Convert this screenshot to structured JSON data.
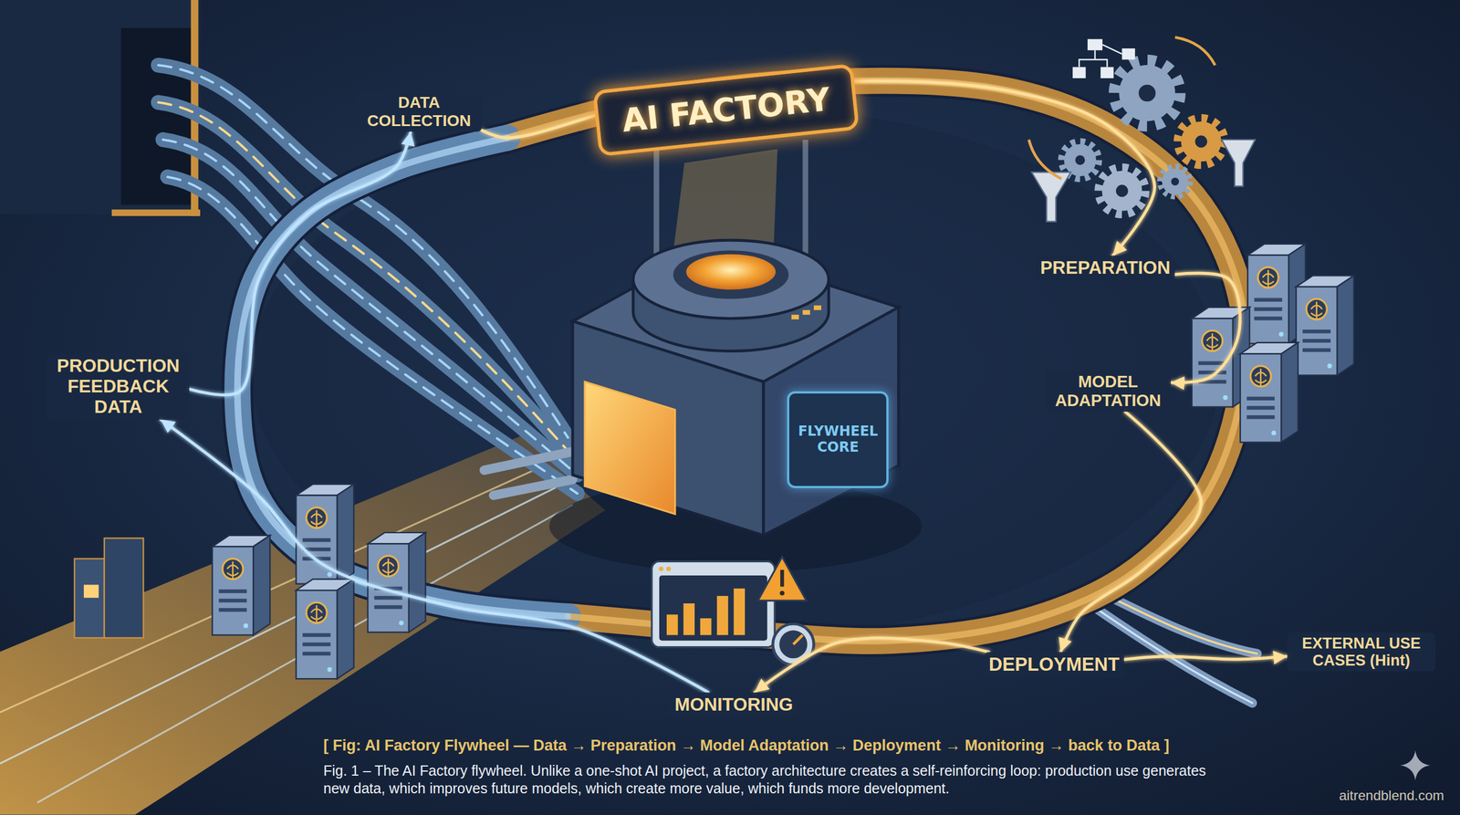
{
  "diagram": {
    "caption": "Fig. 1 – The AI Factory flywheel. Unlike a one-shot AI project, a factory architecture creates a self-reinforcing loop: production use generates new data, which improves future models, which create more value, which funds more development.",
    "nodes": [
      {
        "text": [
          "DATA COLLECTION"
        ]
      },
      {
        "text": [
          "AI FACTORY"
        ]
      },
      {
        "text": [
          "PREPARATION"
        ]
      },
      {
        "text": [
          "PRODUCTION FEEDBACK DATA"
        ]
      },
      {
        "text": [
          "MODEL ADAPTATION"
        ]
      },
      {
        "text": [
          "FLYWHEEL CORE"
        ]
      },
      {
        "text": [
          "DEPLOYMENT"
        ]
      },
      {
        "text": [
          "EXTERNAL USE CASES (Hint)"
        ]
      },
      {
        "text": [
          "MONITORING"
        ]
      }
    ],
    "edges": [
      {
        "from": 0,
        "to": 2,
        "arrow": "to"
      },
      {
        "from": 2,
        "to": 4,
        "arrow": "to"
      },
      {
        "from": 4,
        "to": 6,
        "arrow": "to"
      },
      {
        "from": 6,
        "to": 8,
        "arrow": "to"
      },
      {
        "from": 8,
        "to": 3,
        "arrow": "to"
      },
      {
        "from": 3,
        "to": 0,
        "arrow": "to"
      },
      {
        "from": 6,
        "to": 7,
        "arrow": "to"
      }
    ],
    "labels": [
      "[ Fig: AI Factory Flywheel — Data → Preparation → Model Adaptation → Deployment → Monitoring → back to Data ]",
      "aitrendblend.com"
    ]
  }
}
